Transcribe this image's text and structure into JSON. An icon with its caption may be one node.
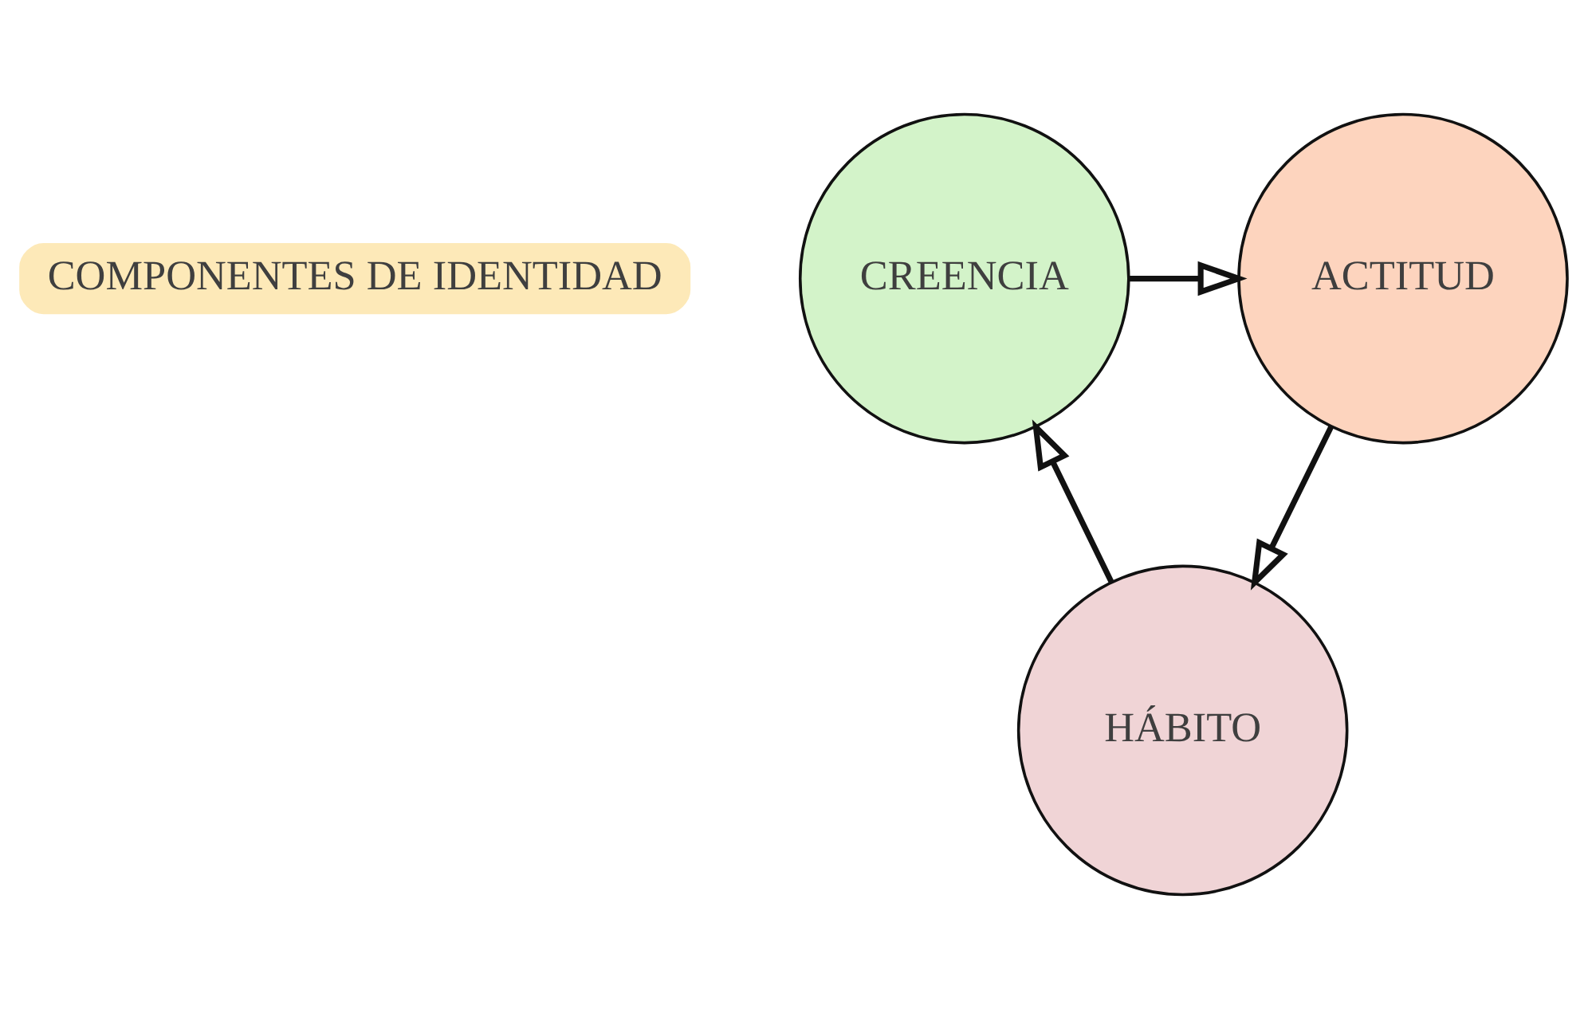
{
  "diagram": {
    "nodes": [
      {
        "text": [
          "COMPONENTES DE IDENTIDAD"
        ]
      },
      {
        "text": [
          "CREENCIA"
        ]
      },
      {
        "text": [
          "ACTITUD"
        ]
      },
      {
        "text": [
          "HÁBITO"
        ]
      }
    ],
    "edges": [
      {
        "from": 1,
        "to": 2,
        "arrow": "to"
      },
      {
        "from": 2,
        "to": 3,
        "arrow": "to"
      },
      {
        "from": 3,
        "to": 1,
        "arrow": "to"
      }
    ]
  }
}
